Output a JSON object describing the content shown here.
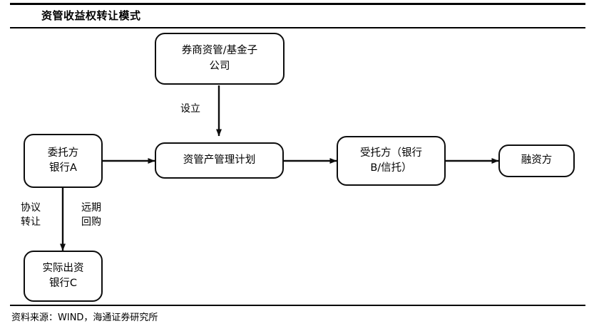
{
  "header": {
    "title": "资管收益权转让模式"
  },
  "footer": {
    "source": "资料来源：WIND，海通证券研究所"
  },
  "diagram": {
    "type": "flowchart",
    "nodes": [
      {
        "id": "securities-asset-mgmt",
        "label": "券商资管/基金子\n公司"
      },
      {
        "id": "client-bank-a",
        "label": "委托方\n银行A"
      },
      {
        "id": "asset-mgmt-plan",
        "label": "资管产管理计划"
      },
      {
        "id": "trustee-bank-b",
        "label": "受托方（银行\nB/信托）"
      },
      {
        "id": "financing-party",
        "label": "融资方"
      },
      {
        "id": "actual-funder-bank-c",
        "label": "实际出资\n银行C"
      }
    ],
    "edges": [
      {
        "id": "setup",
        "from": "securities-asset-mgmt",
        "to": "asset-mgmt-plan",
        "label": "设立"
      },
      {
        "id": "entrust",
        "from": "client-bank-a",
        "to": "asset-mgmt-plan",
        "label": ""
      },
      {
        "id": "to-trustee",
        "from": "asset-mgmt-plan",
        "to": "trustee-bank-b",
        "label": ""
      },
      {
        "id": "to-financing",
        "from": "trustee-bank-b",
        "to": "financing-party",
        "label": ""
      },
      {
        "id": "agreement-transfer",
        "from": "client-bank-a",
        "to": "actual-funder-bank-c",
        "label": "协议\n转让"
      },
      {
        "id": "forward-repo",
        "from": "client-bank-a",
        "to": "actual-funder-bank-c",
        "label": "远期\n回购"
      }
    ]
  },
  "colors": {
    "stroke": "#0d0d0d",
    "background": "#ffffff",
    "text": "#000000"
  }
}
